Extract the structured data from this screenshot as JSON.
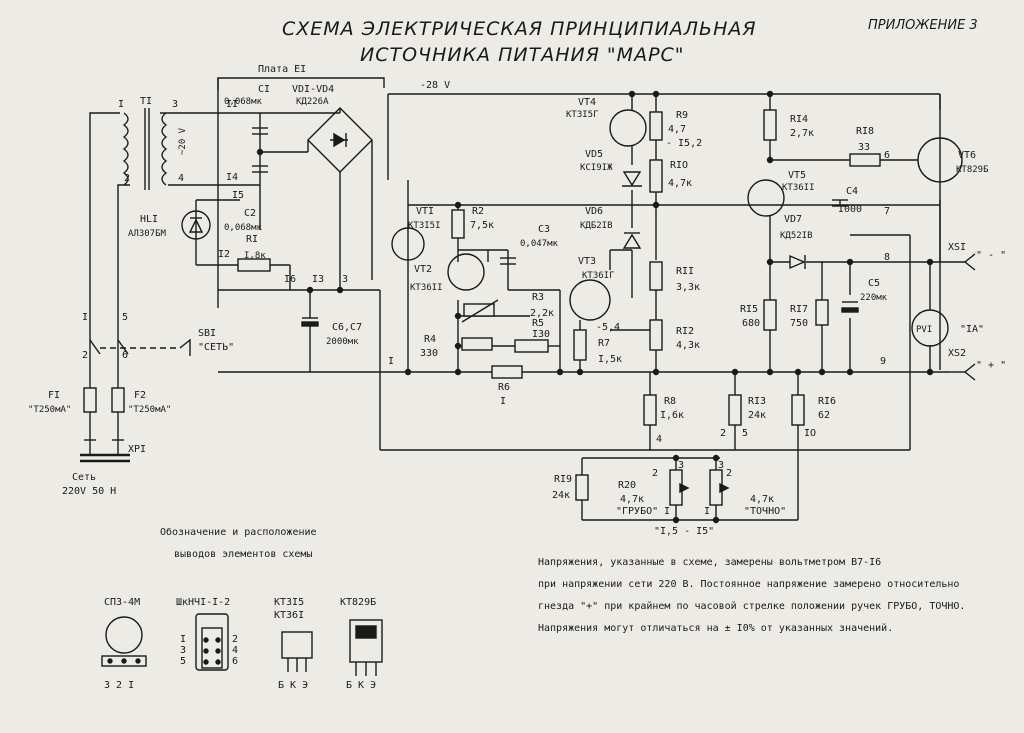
{
  "header": {
    "title_line1": "СХЕМА ЭЛЕКТРИЧЕСКАЯ ПРИНЦИПИАЛЬНАЯ",
    "title_line2": "ИСТОЧНИКА ПИТАНИЯ \"МАРС\"",
    "appendix": "ПРИЛОЖЕНИЕ 3"
  },
  "labels": {
    "board": "Плата EI",
    "c1": "CI",
    "c1_val": "0,068мк",
    "vd": "VDI-VD4",
    "vd_type": "КД226А",
    "minus28": "-28 V",
    "vt4": "VT4",
    "vt4_type": "КТ3І5Г",
    "r9": "R9",
    "r9_val": "4,7",
    "v152": "- I5,2",
    "r14": "RI4",
    "r14_val": "2,7к",
    "r18": "RI8",
    "r18_val": "33",
    "vt6": "VT6",
    "vt6_type": "КТ829Б",
    "t1": "TI",
    "w1": "I",
    "w2": "2",
    "w3": "3",
    "w4": "4",
    "v20": "~20 V",
    "n11": "II",
    "n14": "I4",
    "vd5": "VD5",
    "vd5_type": "КСІ9ІЖ",
    "r10": "RIO",
    "r10_val": "4,7к",
    "vt5": "VT5",
    "vt5_type": "КТ36II",
    "c4": "C4",
    "c4_val": "I000",
    "hl1": "HLI",
    "hl1_type": "АЛ307БМ",
    "c2": "C2",
    "c2_val": "0,068мк",
    "r1": "RI",
    "r1_val": "I,8к",
    "n15": "I5",
    "vt1": "VTI",
    "vt1_type": "КТ3І5І",
    "r2": "R2",
    "r2_val": "7,5к",
    "vd6": "VD6",
    "vd6_type": "КДБ2ІВ",
    "vd7": "VD7",
    "vd7_type": "КД52ІВ",
    "c3": "C3",
    "c3_val": "0,047мк",
    "n12": "I2",
    "vt2": "VT2",
    "vt2_type": "КТ36II",
    "vt3": "VT3",
    "vt3_type": "КТ36ІГ",
    "r11": "RII",
    "r11_val": "3,3к",
    "n16": "I6",
    "n13": "I3",
    "n3": "3",
    "xs1": "XSI",
    "xs1_sign": "\" - \"",
    "n6": "6",
    "n7": "7",
    "n8": "8",
    "c5": "C5",
    "c5_val": "220мк",
    "r3": "R3",
    "r3_val": "2,2к",
    "r5": "R5",
    "r5_val": "I30",
    "r15": "RI5",
    "r15_val": "680",
    "r17": "RI7",
    "r17_val": "750",
    "pv1": "PVI",
    "pv1_unit": "\"IA\"",
    "sb1": "SBI",
    "sb1_name": "\"СЕТЬ\"",
    "c67": "C6,C7",
    "c67_val": "2000мк",
    "r4": "R4",
    "r4_val": "330",
    "r7": "R7",
    "r7_val": "I,5к",
    "r12": "RI2",
    "r12_val": "4,3к",
    "v54": "-5,4",
    "xs2": "XS2",
    "xs2_sign": "\" + \"",
    "n9": "9",
    "nI": "I",
    "s5": "5",
    "s6": "6",
    "s1": "I",
    "s2": "2",
    "r6": "R6",
    "r6_val": "I",
    "f1": "FI",
    "f1_val": "\"T250мА\"",
    "f2": "F2",
    "f2_val": "\"T250мА\"",
    "r8": "R8",
    "r8_val": "I,6к",
    "r13": "RI3",
    "r13_val": "24к",
    "r16": "RI6",
    "r16_val": "62",
    "xp1": "XPI",
    "n4": "4",
    "n2b": "2",
    "n5b": "5",
    "n10": "IO",
    "mains": "Сеть",
    "mains_v": "220V     50 H",
    "r19": "RI9",
    "r19_val": "24к",
    "r20": "R20",
    "r20_val": "4,7к",
    "r20_name": "\"ГРУБО\"",
    "r21_val": "4,7к",
    "r21_name": "\"ТОЧНО\"",
    "pot_pins": "\"I,5 - I5\"",
    "p2": "2",
    "p3": "3",
    "p1": "I",
    "q3": "3",
    "q2": "2",
    "q1": "I"
  },
  "legend": {
    "title_l1": "Обозначение и расположение",
    "title_l2": "выводов элементов схемы",
    "items": [
      {
        "name": "СПЗ-4М",
        "pins": "3  2  I"
      },
      {
        "name": "ШкНЧІ-І-2",
        "pins": ""
      },
      {
        "name": "КТ3І5\nКТ36І",
        "pins": "Б К Э"
      },
      {
        "name": "КТ829Б",
        "pins": "Б К Э"
      }
    ],
    "conn_left": [
      "I",
      "3",
      "5"
    ],
    "conn_right": [
      "2",
      "4",
      "6"
    ],
    "tr_name1": "КТ3І5",
    "tr_name2": "КТ36І"
  },
  "notes": {
    "line1": "Напряжения, указанные в схеме, замерены вольтметром В7-I6",
    "line2": "при напряжении сети 220 В. Постоянное напряжение замерено относительно",
    "line3": "гнезда \"+\" при крайнем по часовой стрелке положении ручек ГРУБО, ТОЧНО.",
    "line4": "Напряжения могут отличаться на ± I0% от указанных значений."
  }
}
